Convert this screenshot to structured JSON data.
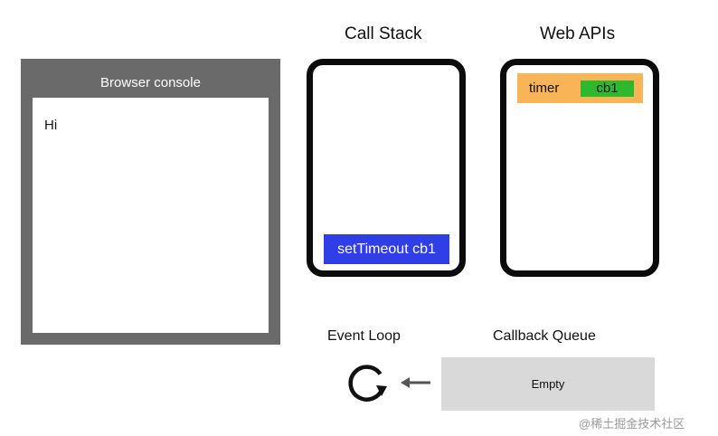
{
  "console": {
    "title": "Browser console",
    "lines": [
      "Hi"
    ]
  },
  "call_stack": {
    "title": "Call Stack",
    "frames": [
      "setTimeout cb1"
    ]
  },
  "web_apis": {
    "title": "Web APIs",
    "timer_label": "timer",
    "timer_callback": "cb1"
  },
  "event_loop": {
    "title": "Event Loop",
    "icon": "refresh-loop-icon",
    "arrow_icon": "arrow-left-icon"
  },
  "callback_queue": {
    "title": "Callback Queue",
    "content": "Empty"
  },
  "watermark": "@稀土掘金技术社区",
  "colors": {
    "console_frame": "#6a6a6a",
    "stack_frame": "#2f3ee6",
    "timer_entry": "#f8b456",
    "timer_callback": "#2db82d",
    "queue_background": "#d9d9d9",
    "panel_border": "#0b0b0b"
  }
}
